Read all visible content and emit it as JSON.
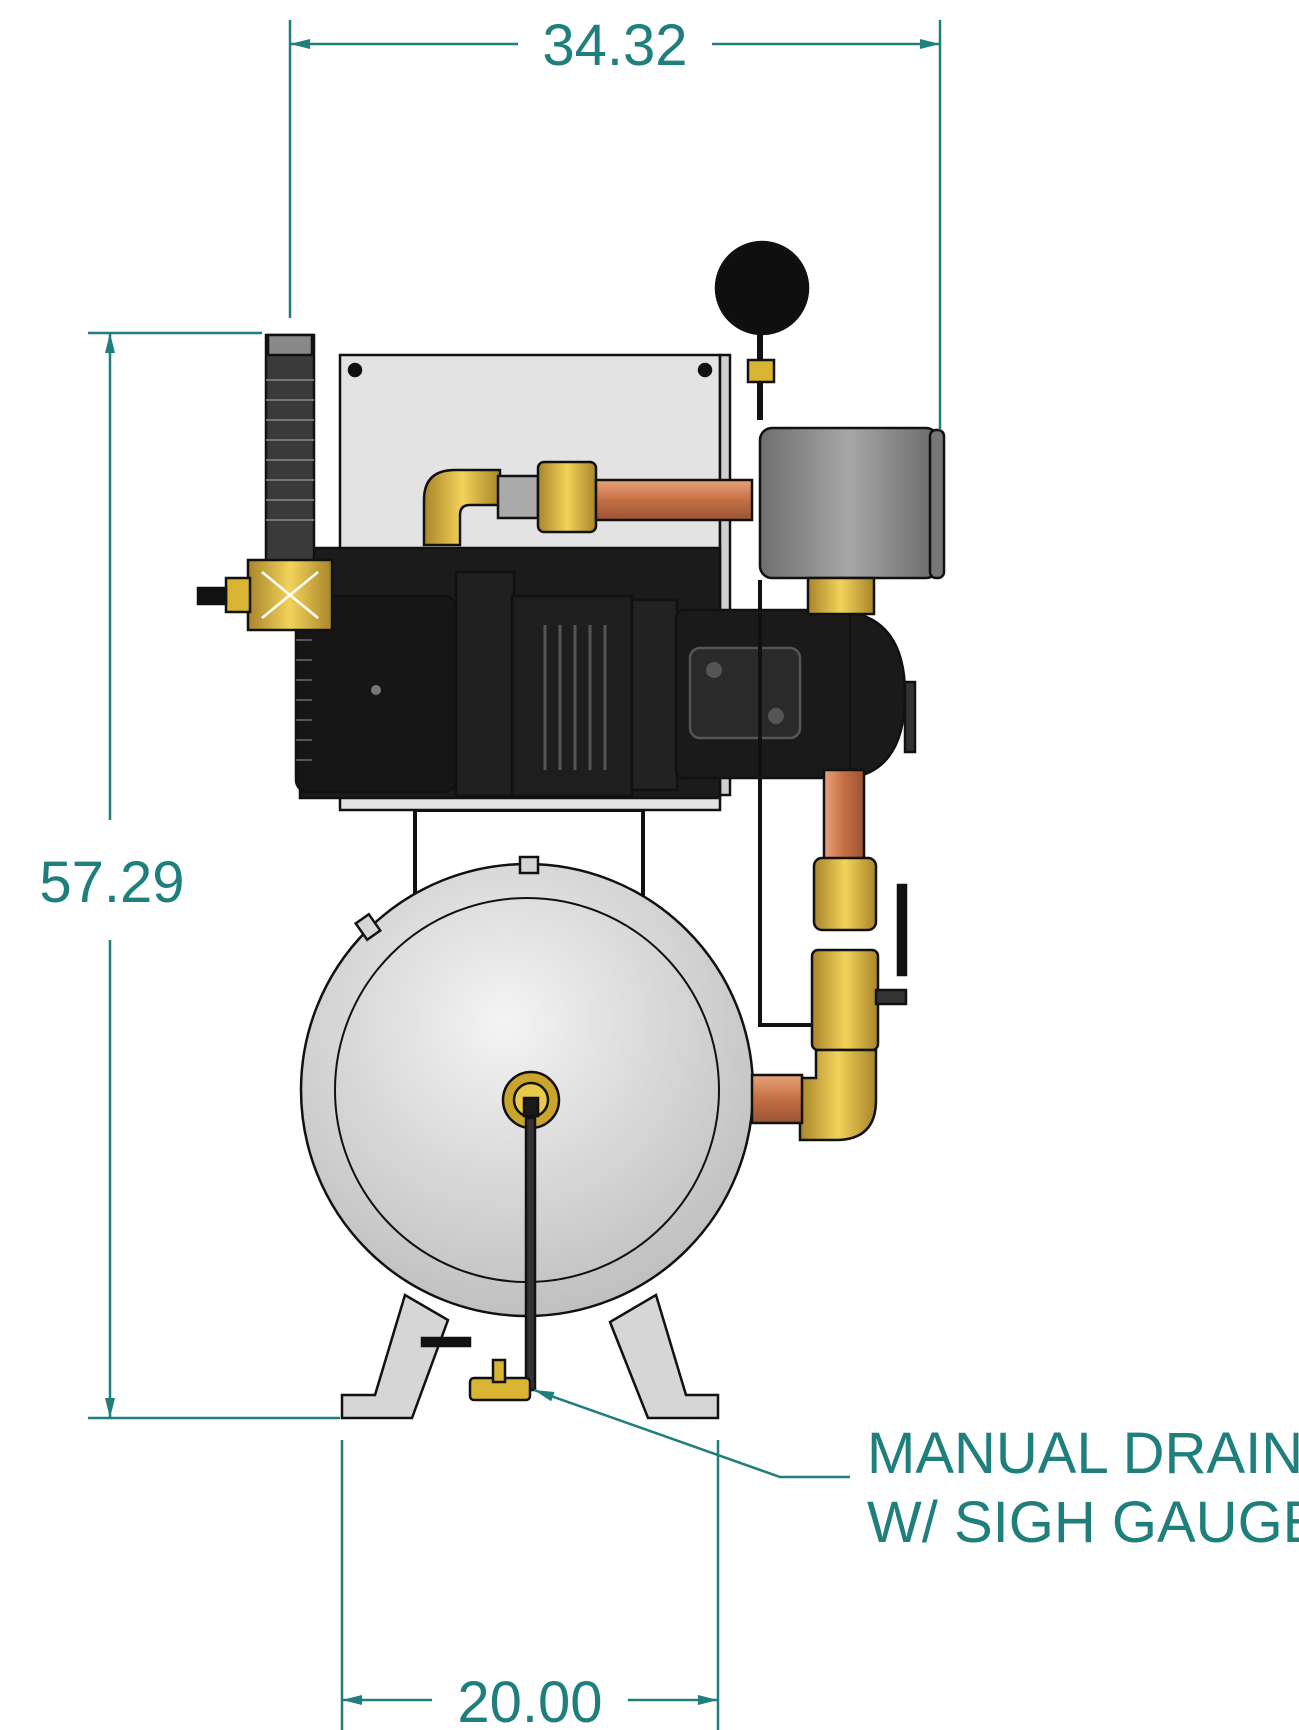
{
  "dimensions": {
    "overall_width": "34.32",
    "overall_height": "57.29",
    "base_width": "20.00"
  },
  "callout": {
    "line1": "MANUAL DRAIN",
    "line2": "W/ SIGH GAUGE"
  },
  "colors": {
    "dimension": "#1e7f7c",
    "outline": "#111111",
    "tank": "#dcdcdc",
    "panel": "#e3e3e3",
    "motor": "#1a1a1a",
    "brass": "#d9b432",
    "copper": "#c9825a",
    "filter": "#8c8c8c"
  }
}
